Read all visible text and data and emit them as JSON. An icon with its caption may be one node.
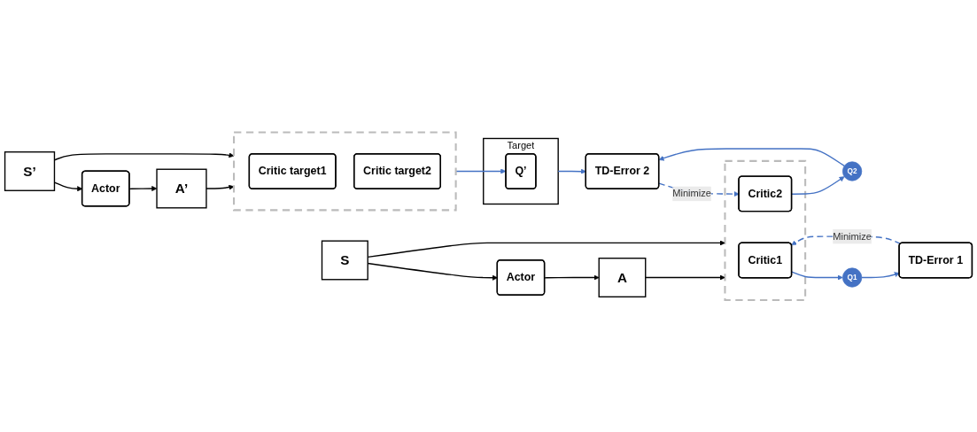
{
  "diagram": {
    "nodes": [
      {
        "text": [
          "S"
        ]
      },
      {
        "text": [
          "Actor"
        ]
      },
      {
        "text": [
          "A"
        ]
      },
      {
        "text": [],
        "shape": "box"
      },
      {
        "text": [
          "Critic1"
        ],
        "in": 3
      },
      {
        "text": [
          "Critic2"
        ],
        "in": 3
      },
      {
        "text": [
          "Q1"
        ]
      },
      {
        "text": [
          "Q2"
        ]
      },
      {
        "text": [
          "TD-Error 1"
        ]
      },
      {
        "text": [
          "TD-Error 2"
        ]
      },
      {
        "text": [
          "S’"
        ]
      },
      {
        "text": [
          "Actor"
        ]
      },
      {
        "text": [
          "A’"
        ]
      },
      {
        "text": [],
        "shape": "box"
      },
      {
        "text": [
          "Critic target1"
        ],
        "in": 13
      },
      {
        "text": [
          "Critic target2"
        ],
        "in": 13
      },
      {
        "text": [
          "Target"
        ]
      },
      {
        "text": [
          "Q’"
        ],
        "in": 16
      }
    ],
    "edges": [
      {
        "from": 0,
        "to": 1,
        "arrow": "to"
      },
      {
        "from": 1,
        "to": 2,
        "arrow": "to"
      },
      {
        "from": 2,
        "to": 3,
        "arrow": "to"
      },
      {
        "from": 0,
        "to": 3,
        "arrow": "to"
      },
      {
        "from": 4,
        "to": 6,
        "arrow": "to",
        "color": "#4472c4"
      },
      {
        "from": 6,
        "to": 8,
        "arrow": "to",
        "color": "#4472c4"
      },
      {
        "from": 5,
        "to": 7,
        "arrow": "to",
        "color": "#4472c4"
      },
      {
        "from": 7,
        "to": 9,
        "arrow": "to",
        "color": "#4472c4"
      },
      {
        "from": 8,
        "to": 4,
        "arrow": "to",
        "label": "Minimize",
        "style": "dashed",
        "color": "#4472c4"
      },
      {
        "from": 9,
        "to": 5,
        "arrow": "to",
        "label": "Minimize",
        "style": "dashed",
        "color": "#4472c4"
      },
      {
        "from": 10,
        "to": 11,
        "arrow": "to"
      },
      {
        "from": 11,
        "to": 12,
        "arrow": "to"
      },
      {
        "from": 12,
        "to": 13,
        "arrow": "to"
      },
      {
        "from": 10,
        "to": 13,
        "arrow": "to"
      },
      {
        "from": 13,
        "to": 17,
        "arrow": "to",
        "color": "#4472c4"
      },
      {
        "from": 16,
        "to": 9,
        "arrow": "to",
        "color": "#4472c4"
      }
    ]
  }
}
